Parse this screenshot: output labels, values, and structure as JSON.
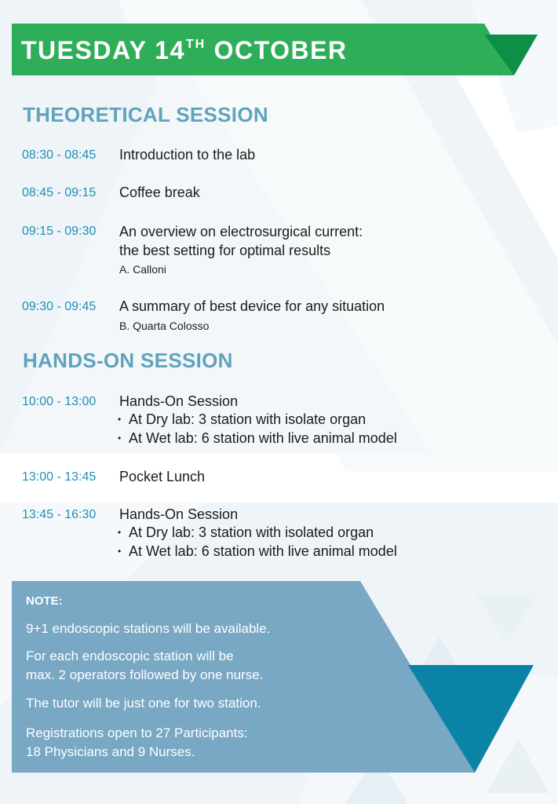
{
  "header": {
    "title": "TUESDAY 14",
    "title_sup": "TH",
    "title_tail": " OCTOBER"
  },
  "theoretical": {
    "heading": "THEORETICAL SESSION",
    "items": [
      {
        "time": "08:30 - 08:45",
        "title": "Introduction to the lab"
      },
      {
        "time": "08:45 - 09:15",
        "title": "Coffee break"
      },
      {
        "time": "09:15 - 09:30",
        "title_line1": "An overview on electrosurgical current:",
        "title_line2": "the best setting for optimal results",
        "speaker": "A. Calloni"
      },
      {
        "time": "09:30 - 09:45",
        "title": "A summary of best device for any situation",
        "speaker": "B. Quarta Colosso"
      }
    ]
  },
  "handson": {
    "heading": "HANDS-ON SESSION",
    "items": [
      {
        "time": "10:00 - 13:00",
        "title": "Hands-On Session",
        "bullets": [
          "At Dry lab: 3 station with isolate organ",
          "At Wet lab: 6 station with live animal model"
        ]
      },
      {
        "time": "13:00 - 13:45",
        "title": "Pocket Lunch"
      },
      {
        "time": "13:45 - 16:30",
        "title": "Hands-On Session",
        "bullets": [
          "At Dry lab: 3 station with isolated organ",
          "At Wet lab: 6 station with live animal model"
        ]
      }
    ]
  },
  "note": {
    "label": "NOTE:",
    "lines": [
      "9+1 endoscopic stations will be available.",
      "For each endoscopic station will be",
      "max. 2 operators followed by one nurse.",
      "The tutor will be just one for two station.",
      "Registrations open to 27 Participants:",
      "18 Physicians and 9 Nurses."
    ]
  },
  "colors": {
    "header_green": "#2fae5a",
    "header_dark_green": "#0e8f48",
    "section_title": "#5fa3bd",
    "time_blue": "#1f8fb4",
    "note_box": "#78a8c4",
    "accent_teal": "#0a83a6",
    "bg_pale": "#edf3f6"
  }
}
